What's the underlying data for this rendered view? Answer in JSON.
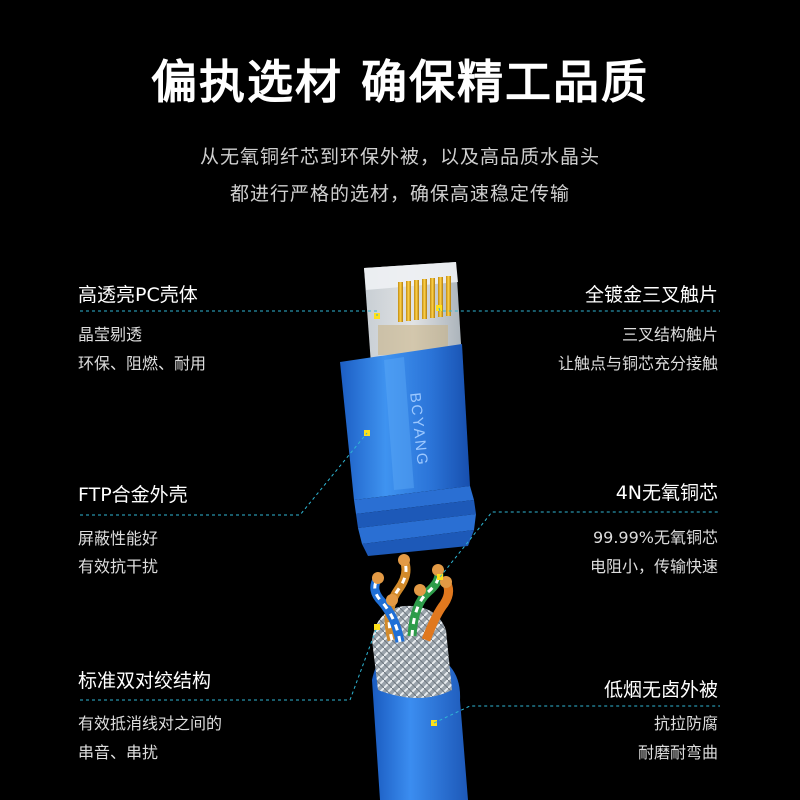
{
  "header": {
    "title": "偏执选材  确保精工品质",
    "subtitle_line1": "从无氧铜纤芯到环保外被，以及高品质水晶头",
    "subtitle_line2": "都进行严格的选材，确保高速稳定传输"
  },
  "features_left": [
    {
      "title": "高透亮PC壳体",
      "lines": [
        "晶莹剔透",
        "环保、阻燃、耐用"
      ]
    },
    {
      "title": "FTP合金外壳",
      "lines": [
        "屏蔽性能好",
        "有效抗干扰"
      ]
    },
    {
      "title": "标准双对绞结构",
      "lines": [
        "有效抵消线对之间的",
        "串音、串扰"
      ]
    }
  ],
  "features_right": [
    {
      "title": "全镀金三叉触片",
      "lines": [
        "三叉结构触片",
        "让触点与铜芯充分接触"
      ]
    },
    {
      "title": "4N无氧铜芯",
      "lines": [
        "99.99%无氧铜芯",
        "电阻小，传输快速"
      ]
    },
    {
      "title": "低烟无卤外被",
      "lines": [
        "抗拉防腐",
        "耐磨耐弯曲"
      ]
    }
  ],
  "product": {
    "boot_text": "BCYANG"
  },
  "colors": {
    "background": "#000000",
    "accent_line": "#2fb6d4",
    "cable_blue": "#2f7fe0",
    "marker_yellow": "#ffe11a"
  }
}
